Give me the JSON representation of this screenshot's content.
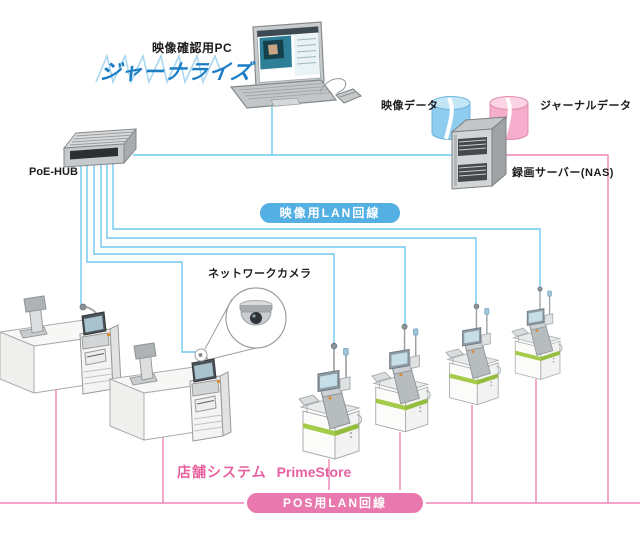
{
  "diagram": {
    "labels": {
      "pc": "映像確認用PC",
      "logo": "ジャーナライズ",
      "hub": "PoE-HUB",
      "video_data": "映像データ",
      "journal_data": "ジャーナルデータ",
      "nas": "録画サーバー(NAS)",
      "video_lan_banner": "映像用LAN回線",
      "camera": "ネットワークカメラ",
      "store_system": "店舗システム",
      "store_product": "PrimeStore",
      "pos_lan_banner": "POS用LAN回線"
    },
    "colors": {
      "video_lan_line": "#6fc9f0",
      "video_lan_banner": "#54afe2",
      "pos_lan_line": "#ef86b5",
      "pos_lan_banner": "#e878ad",
      "logo_blue": "#1b7ec5",
      "store_text": "#e8609f",
      "video_db_cylinder": "#8fcdee",
      "journal_db_cylinder": "#f5aecb",
      "checkout_green_stripe": "#a4cb49"
    }
  }
}
